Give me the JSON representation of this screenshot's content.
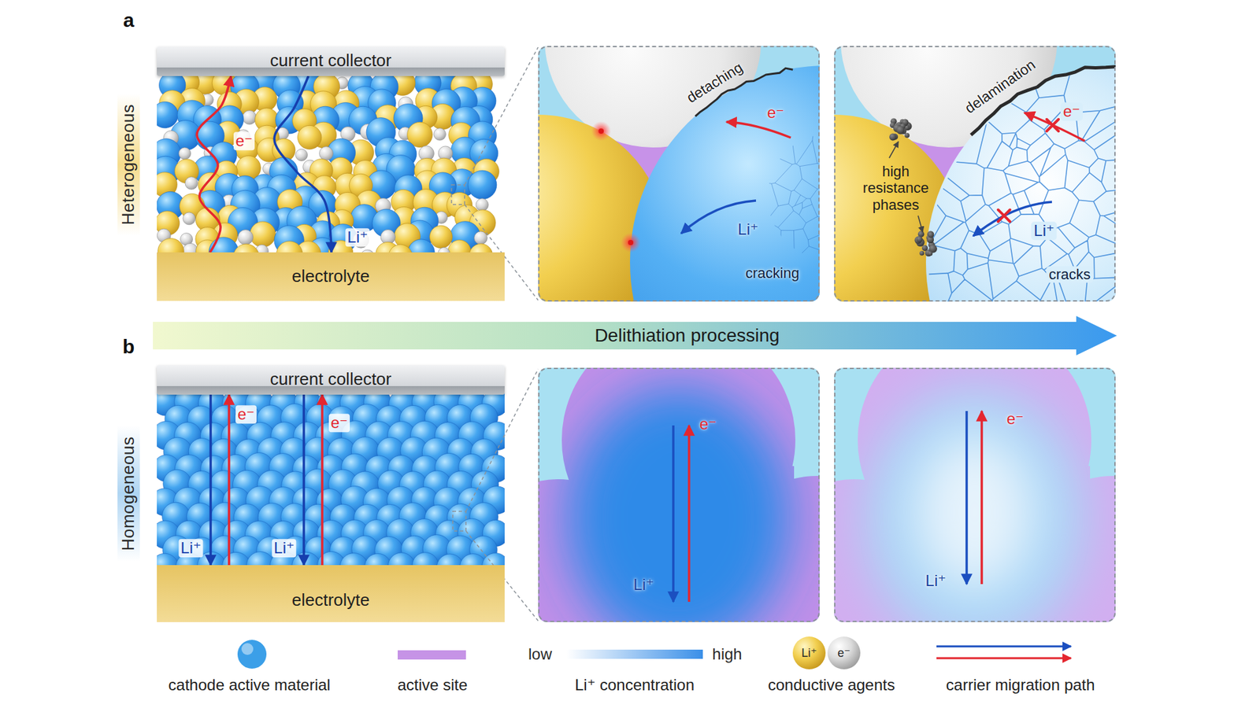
{
  "diagram": {
    "nodes": [
      {
        "text": [
          "current collector"
        ]
      },
      {
        "text": [
          "electrolyte"
        ]
      },
      {
        "text": [
          "detaching",
          "e⁻",
          "Li⁺",
          "cracking"
        ]
      },
      {
        "text": [
          "delamination",
          "e⁻",
          "high resistance phases",
          "Li⁺",
          "cracks"
        ]
      },
      {
        "text": [
          "Delithiation processing"
        ]
      },
      {
        "text": [
          "current collector"
        ]
      },
      {
        "text": [
          "electrolyte"
        ]
      },
      {
        "text": [
          "e⁻",
          "Li⁺"
        ]
      },
      {
        "text": [
          "e⁻",
          "Li⁺"
        ]
      }
    ],
    "edges": [
      {
        "from": 1,
        "to": 0,
        "arrow": "to",
        "label": "e⁻"
      },
      {
        "from": 0,
        "to": 1,
        "arrow": "to",
        "label": "Li⁺"
      },
      {
        "from": 5,
        "to": 6,
        "arrow": "to",
        "label": "Li⁺"
      },
      {
        "from": 6,
        "to": 5,
        "arrow": "to",
        "label": "e⁻"
      },
      {
        "from": 5,
        "to": 6,
        "arrow": "to",
        "label": "Li⁺"
      },
      {
        "from": 6,
        "to": 5,
        "arrow": "to",
        "label": "e⁻"
      }
    ],
    "labels": [
      "a",
      "Heterogeneous",
      "b",
      "Homogeneous",
      "low",
      "high",
      "Li⁺",
      "e⁻"
    ],
    "legend": [
      {
        "text": "cathode active material",
        "color": "#3b9fe8"
      },
      {
        "text": "active site",
        "color": "#c693e6"
      },
      {
        "text": "Li⁺ concentration"
      },
      {
        "text": "conductive agents"
      },
      {
        "text": "carrier migration path"
      }
    ]
  }
}
